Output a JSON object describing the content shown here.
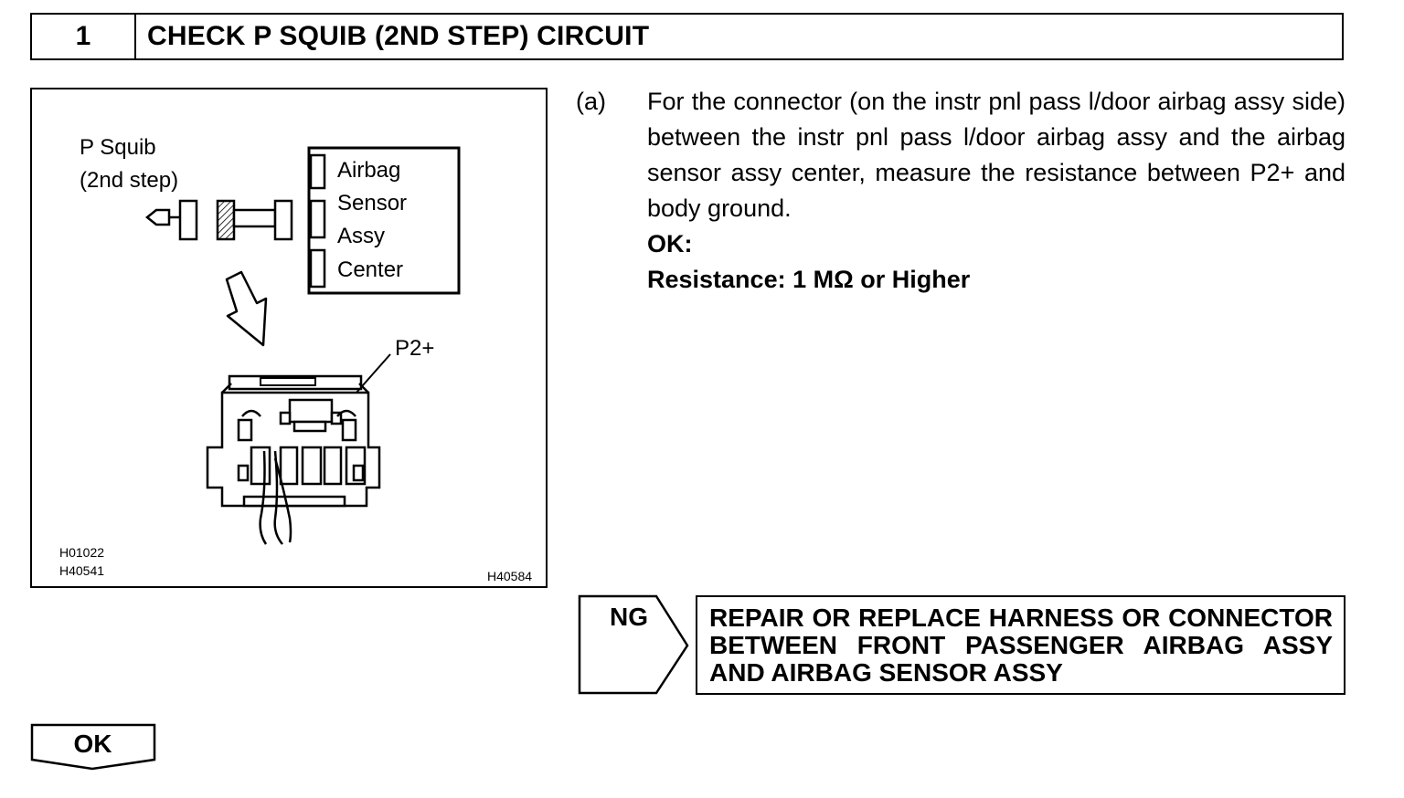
{
  "step": {
    "number": "1",
    "title": "CHECK P SQUIB (2ND STEP) CIRCUIT"
  },
  "figure": {
    "squib_label_line1": "P Squib",
    "squib_label_line2": "(2nd step)",
    "sensor_label_lines": [
      "Airbag",
      "Sensor",
      "Assy",
      "Center"
    ],
    "terminal_label": "P2+",
    "code_1": "H01022",
    "code_2": "H40541",
    "code_3": "H40584"
  },
  "instruction": {
    "label": "(a)",
    "text": "For the connector (on the instr pnl pass l/door airbag assy side) between the instr pnl pass l/door airbag assy and the airbag sensor assy center, measure the resistance between P2+ and body ground.",
    "ok_heading": "OK:",
    "spec": "Resistance: 1 MΩ or Higher"
  },
  "ng_branch": {
    "label": "NG",
    "action": "REPAIR OR REPLACE HARNESS OR CONNECTOR BETWEEN FRONT PASSENGER AIRBAG ASSY AND AIRBAG SENSOR ASSY"
  },
  "ok_branch": {
    "label": "OK"
  }
}
